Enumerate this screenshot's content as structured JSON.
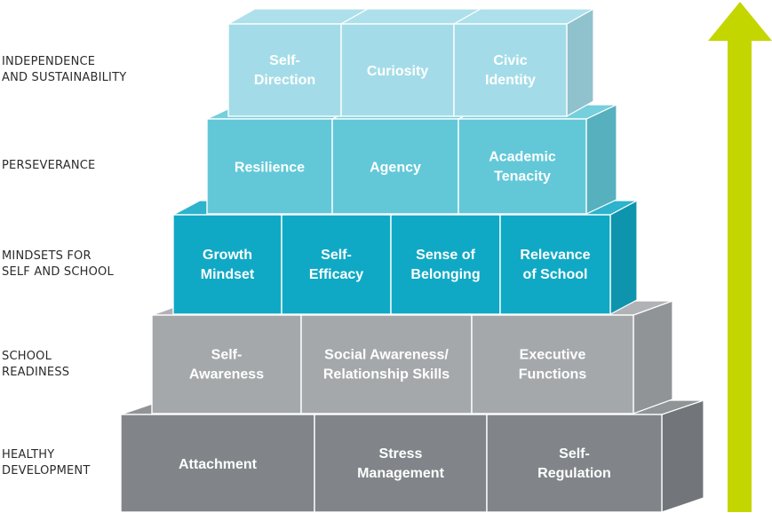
{
  "tiers": [
    {
      "label": "INDEPENDENCE\nAND SUSTAINABILITY",
      "color": "#a3dce8",
      "blocks": [
        {
          "line1": "Self-",
          "line2": "Direction"
        },
        {
          "line1": "Curiosity",
          "line2": ""
        },
        {
          "line1": "Civic",
          "line2": "Identity"
        }
      ]
    },
    {
      "label": "PERSEVERANCE",
      "color": "#62c8d8",
      "blocks": [
        {
          "line1": "Resilience",
          "line2": ""
        },
        {
          "line1": "Agency",
          "line2": ""
        },
        {
          "line1": "Academic",
          "line2": "Tenacity"
        }
      ]
    },
    {
      "label": "MINDSETS FOR\nSELF AND SCHOOL",
      "color": "#10a9c5",
      "blocks": [
        {
          "line1": "Growth",
          "line2": "Mindset"
        },
        {
          "line1": "Self-",
          "line2": "Efficacy"
        },
        {
          "line1": "Sense of",
          "line2": "Belonging"
        },
        {
          "line1": "Relevance",
          "line2": "of School"
        }
      ]
    },
    {
      "label": "SCHOOL\nREADINESS",
      "color": "#a5a8ab",
      "blocks": [
        {
          "line1": "Self-",
          "line2": "Awareness"
        },
        {
          "line1": "Social Awareness/",
          "line2": "Relationship Skills"
        },
        {
          "line1": "Executive",
          "line2": "Functions"
        }
      ]
    },
    {
      "label": "HEALTHY\nDEVELOPMENT",
      "color": "#818589",
      "blocks": [
        {
          "line1": "Attachment",
          "line2": ""
        },
        {
          "line1": "Stress",
          "line2": "Management"
        },
        {
          "line1": "Self-",
          "line2": "Regulation"
        }
      ]
    }
  ],
  "arrow_color": "#c4d600"
}
